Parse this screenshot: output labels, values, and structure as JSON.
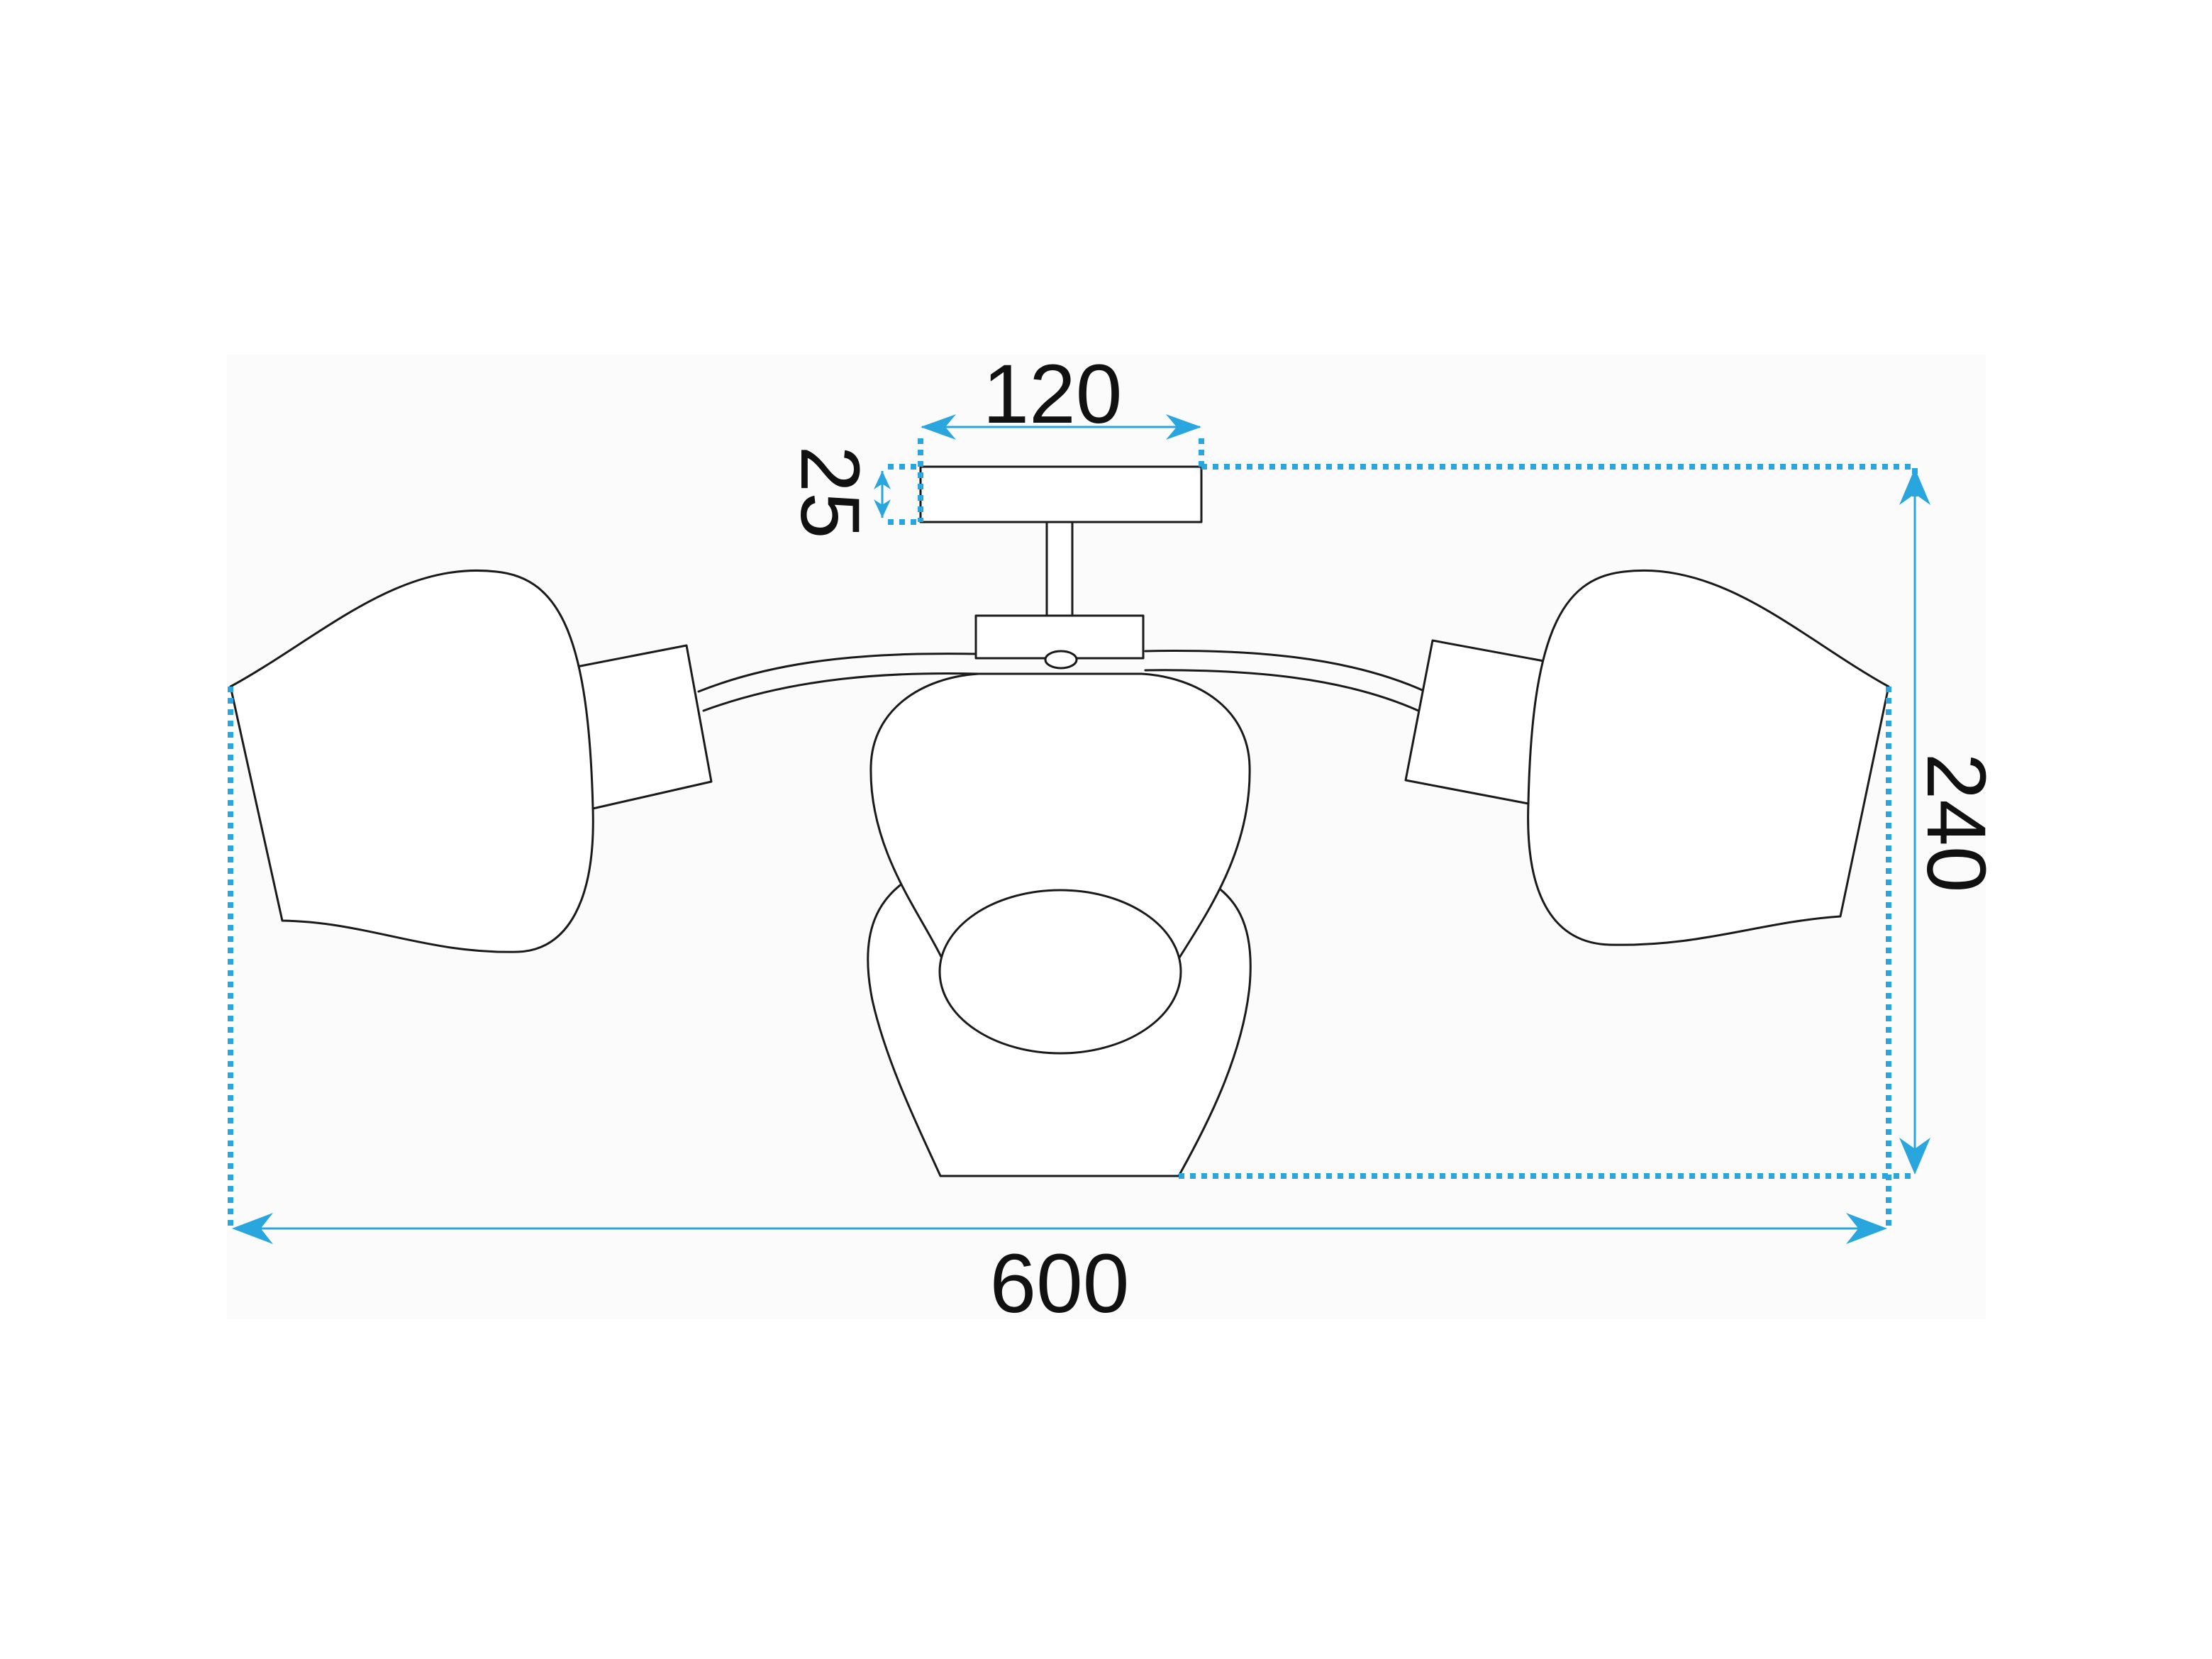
{
  "dimensions": {
    "canopy_width": "120",
    "canopy_height": "25",
    "total_height": "240",
    "total_width": "600"
  },
  "colors": {
    "dimension_accent": "#29a6dd",
    "outline": "#1a1a1a",
    "background": "#ffffff",
    "panel": "#fbfbfb"
  }
}
